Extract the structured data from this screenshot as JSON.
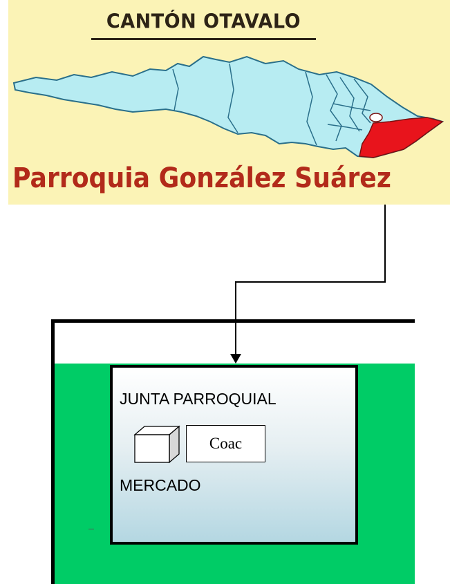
{
  "map": {
    "title": "CANTÓN OTAVALO",
    "subtitle": "Parroquia González Suárez",
    "colors": {
      "background": "#fbf3b6",
      "canton_fill": "#b7ecf2",
      "parish_fill": "#e8141c",
      "title_color": "#2d2316",
      "subtitle_color": "#b22a1a"
    }
  },
  "frame": {
    "colors": {
      "border": "#000000",
      "field": "#00cc66"
    }
  },
  "box": {
    "junta_label": "JUNTA PARROQUIAL",
    "coac_label": "Coac",
    "mercado_label": "MERCADO",
    "cube_icon": "cube-icon"
  }
}
